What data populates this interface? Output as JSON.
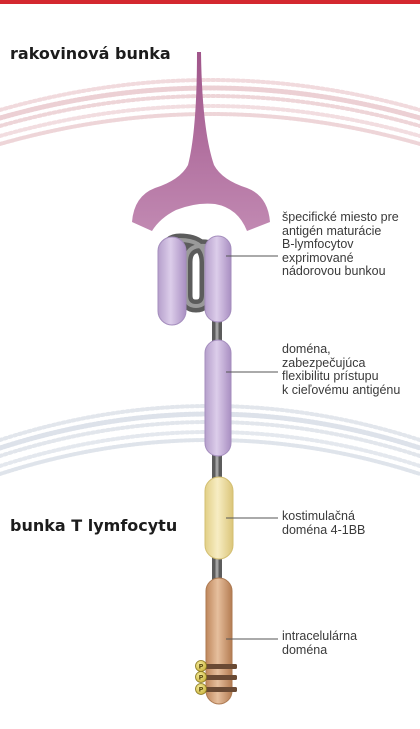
{
  "headings": {
    "cancer_cell": "rakovinová bunka",
    "t_cell": "bunka T lymfocytu"
  },
  "labels": [
    {
      "lines": [
        "špecifické miesto pre",
        "antigén maturácie",
        "B-lymfocytov",
        "exprimované",
        "nádorovou bunkou"
      ]
    },
    {
      "lines": [
        "doména,",
        "zabezpečujúca",
        "flexibilitu prístupu",
        "k cieľovému antigénu"
      ]
    },
    {
      "lines": [
        "kostimulačná",
        "doména 4-1BB"
      ]
    },
    {
      "lines": [
        "intracelulárna",
        "doména"
      ]
    }
  ],
  "phospho_symbol": "P",
  "colors": {
    "accent_bar": "#d4282f",
    "antigen": "#a8628f",
    "binding_domain": "#c8b2dc",
    "costim_domain": "#efe0a4",
    "intracellular_domain": "#d2a27a",
    "membrane": "#ead3d6"
  }
}
